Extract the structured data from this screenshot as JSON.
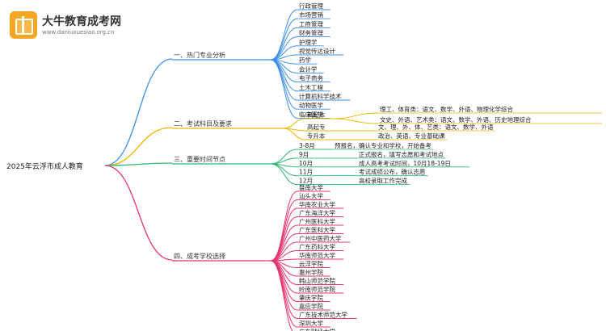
{
  "logo": {
    "name": "大牛教育成考网",
    "url": "www.daniuxuesiao.org.cn"
  },
  "root": "2025年云浮市成人教育",
  "branches": [
    {
      "label": "一、热门专业分析",
      "color": "#3b8fe8",
      "children": [
        {
          "t": "行政管理"
        },
        {
          "t": "市场营销"
        },
        {
          "t": "工商管理"
        },
        {
          "t": "财务管理"
        },
        {
          "t": "护理学"
        },
        {
          "t": "视觉传达设计"
        },
        {
          "t": "药学"
        },
        {
          "t": "会计学"
        },
        {
          "t": "电子商务"
        },
        {
          "t": "土木工程"
        },
        {
          "t": "计算机科学技术"
        },
        {
          "t": "动物医学"
        },
        {
          "t": "临床医学"
        }
      ]
    },
    {
      "label": "二、考试科目及要求",
      "color": "#f0b400",
      "children": [
        {
          "t": "高起本",
          "sub": [
            "理工、体育类：语文、数学、外语、物理化学综合",
            "文史、外语、艺术类：语文、数学、外语、历史地理综合"
          ]
        },
        {
          "t": "高起专",
          "sub": [
            "文、理、外、体、艺类：语文、数学、外语"
          ]
        },
        {
          "t": "专升本",
          "sub": [
            "政治、英语、专业基础课"
          ]
        }
      ]
    },
    {
      "label": "三、重要时间节点",
      "color": "#2bb673",
      "children": [
        {
          "t": "3-8月",
          "sub": [
            "预报名，确认专业和学校，开始备考"
          ]
        },
        {
          "t": "9月",
          "sub": [
            "正式报名，填写志愿和考试地点"
          ]
        },
        {
          "t": "10月",
          "sub": [
            "成人高考考试时间，10月18-19日"
          ]
        },
        {
          "t": "11月",
          "sub": [
            "考试成绩公布，确认志愿"
          ]
        },
        {
          "t": "12月",
          "sub": [
            "高校录取工作完成"
          ]
        }
      ]
    },
    {
      "label": "四、成考学校选择",
      "color": "#e8356e",
      "children": [
        {
          "t": "暨南大学"
        },
        {
          "t": "汕头大学"
        },
        {
          "t": "华南农业大学"
        },
        {
          "t": "广东海洋大学"
        },
        {
          "t": "广州医科大学"
        },
        {
          "t": "广东医科大学"
        },
        {
          "t": "广州中医药大学"
        },
        {
          "t": "广东药科大学"
        },
        {
          "t": "华南师范大学"
        },
        {
          "t": "云浮学院"
        },
        {
          "t": "惠州学院"
        },
        {
          "t": "韩山师范学院"
        },
        {
          "t": "岭南师范学院"
        },
        {
          "t": "肇庆学院"
        },
        {
          "t": "嘉应学院"
        },
        {
          "t": "广东技术师范大学"
        },
        {
          "t": "深圳大学"
        },
        {
          "t": "广东财经大学"
        }
      ]
    }
  ]
}
